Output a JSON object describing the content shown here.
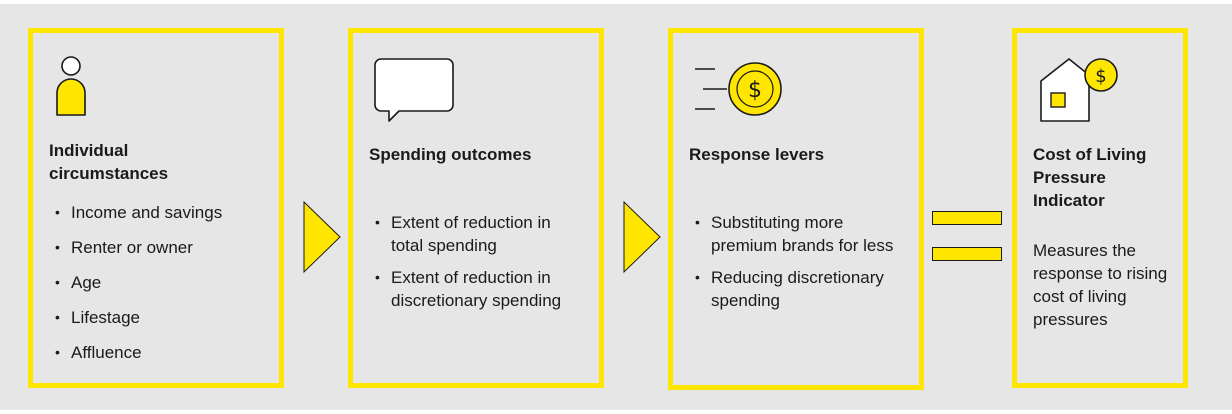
{
  "panels": [
    {
      "icon": "person-icon",
      "heading": "Individual circumstances",
      "items": [
        "Income and savings",
        "Renter or owner",
        "Age",
        "Lifestage",
        "Affluence"
      ]
    },
    {
      "icon": "speech-bubble-icon",
      "heading": "Spending outcomes",
      "items": [
        "Extent of reduction in total spending",
        "Extent of reduction in discretionary spending"
      ]
    },
    {
      "icon": "coin-motion-icon",
      "heading": "Response levers",
      "items": [
        "Substituting more premium brands for less",
        "Reducing discretionary spending"
      ]
    },
    {
      "icon": "house-coin-icon",
      "heading": "Cost of Living Pressure Indicator",
      "description": "Measures the response to rising cost of living pressures"
    }
  ],
  "connectors": [
    "arrow-right-icon",
    "arrow-right-icon",
    "equals-icon"
  ],
  "colors": {
    "accent": "#ffe600",
    "background": "#e6e6e6",
    "text": "#1a1a1a"
  }
}
